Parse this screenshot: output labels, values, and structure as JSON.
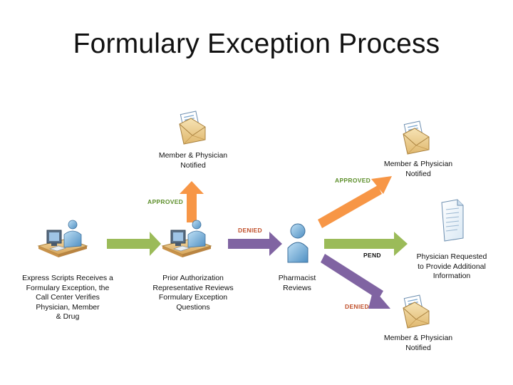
{
  "title": "Formulary Exception Process",
  "labels": {
    "express_scripts": "Express Scripts Receives a\nFormulary Exception, the\nCall Center Verifies\nPhysician, Member\n& Drug",
    "prior_auth": "Prior Authorization\nRepresentative Reviews\nFormulary Exception\nQuestions",
    "pharmacist": "Pharmacist\nReviews",
    "notified_top": "Member & Physician\nNotified",
    "notified_right_top": "Member & Physician\nNotified",
    "physician_requested": "Physician Requested\nto Provide Additional\nInformation",
    "notified_bottom": "Member & Physician\nNotified"
  },
  "tags": {
    "approved_up": "APPROVED",
    "denied_mid": "DENIED",
    "approved_diag": "APPROVED",
    "pend": "PEND",
    "denied_diag": "DENIED"
  },
  "colors": {
    "green_arrow": "#9bbb59",
    "orange_arrow": "#f79646",
    "purple_arrow": "#8064a2",
    "approved_text": "#5d8f2b",
    "denied_text": "#c0502b"
  },
  "icons": {
    "workstation": "person-at-computer-icon",
    "pharmacist": "person-icon",
    "envelope": "envelope-with-letter-icon",
    "document": "document-icon"
  }
}
